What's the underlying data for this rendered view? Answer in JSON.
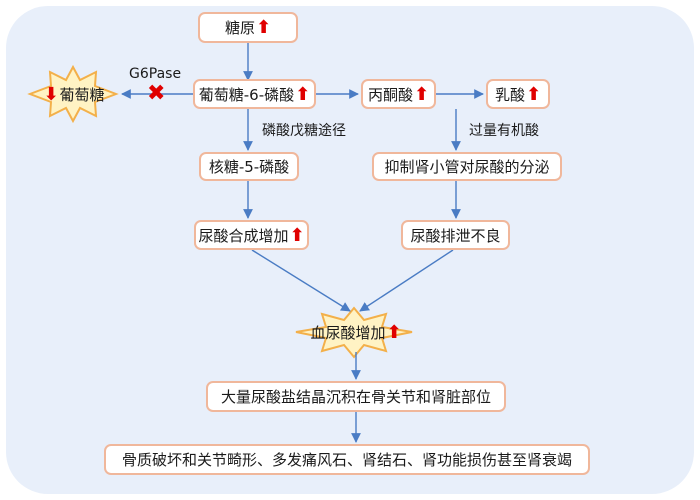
{
  "nodes": {
    "glycogen": "糖原",
    "glucose": "葡萄糖",
    "g6p": "葡萄糖-6-磷酸",
    "pyruvate": "丙酮酸",
    "lactate": "乳酸",
    "r5p": "核糖-5-磷酸",
    "inhibit": "抑制肾小管对尿酸的分泌",
    "uric_synthesis": "尿酸合成增加",
    "uric_excretion": "尿酸排泄不良",
    "blood_uric": "血尿酸增加",
    "crystal": "大量尿酸盐结晶沉积在骨关节和肾脏部位",
    "outcome": "骨质破坏和关节畸形、多发痛风石、肾结石、肾功能损伤甚至肾衰竭"
  },
  "labels": {
    "g6pase": "G6Pase",
    "ppp": "磷酸戊糖途径",
    "excess_acid": "过量有机酸"
  },
  "icons": {
    "up": "red-up-arrow",
    "down": "red-down-arrow",
    "blocked": "red-x"
  },
  "colors": {
    "panel": "#e8effa",
    "node_border": "#f0b79b",
    "edge": "#4a7cc4",
    "burst_fill": "#fff3c4",
    "burst_stroke": "#f3b04a",
    "indicator": "#e00000"
  }
}
